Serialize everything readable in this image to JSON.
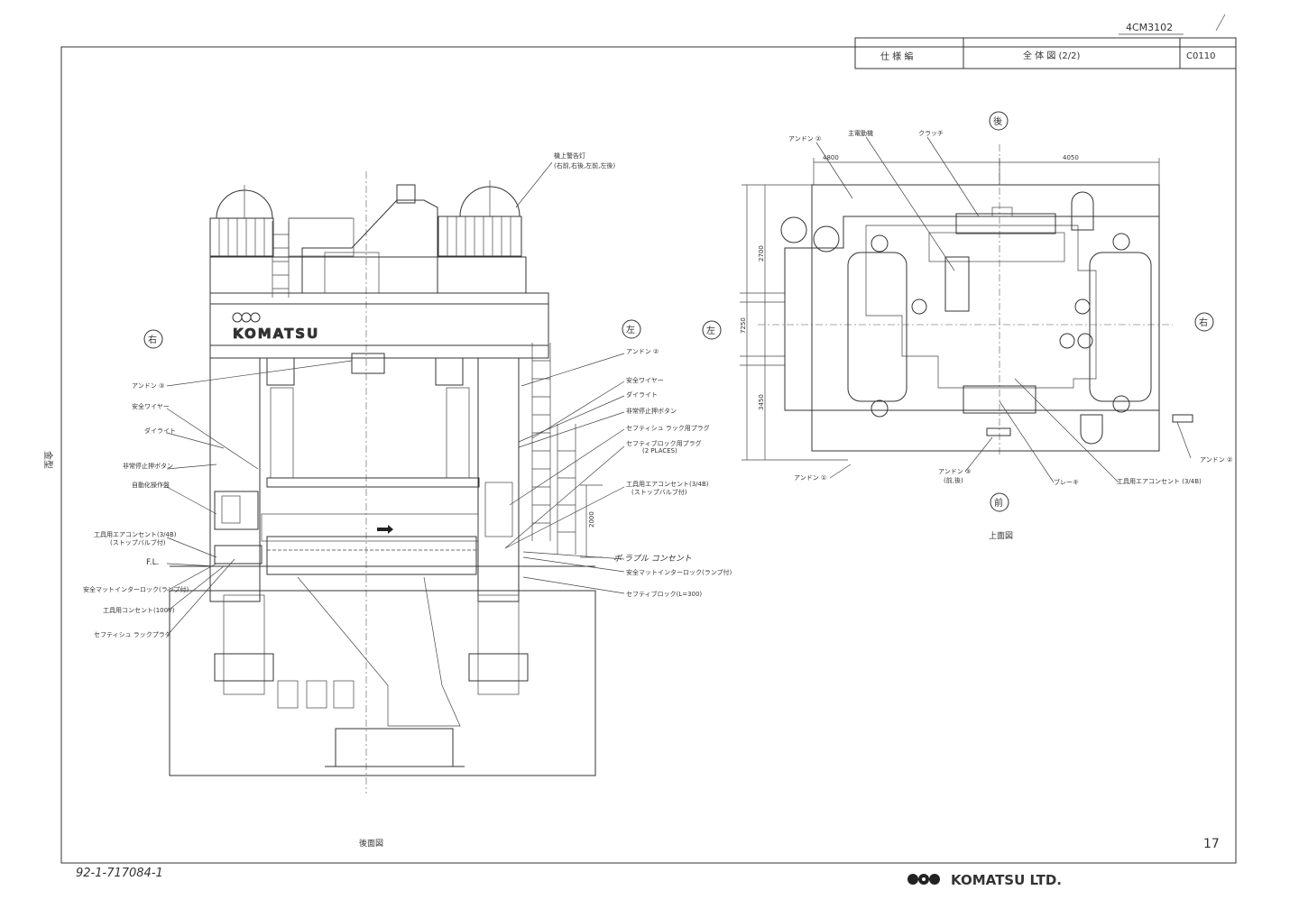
{
  "document": {
    "doc_number": "4CM3102",
    "title_block": {
      "category": "仕 様 編",
      "title": "全 体 図 (2/2)",
      "code": "C0110"
    },
    "page_number": "17",
    "company": "KOMATSU LTD.",
    "handwritten_ref": "92-1-717084-1"
  },
  "rear_view": {
    "caption": "後面図",
    "machine_logo": "KOMATSU",
    "direction_right": "右",
    "direction_left": "左",
    "left_labels": [
      "アンドン ③",
      "安全ワイヤー",
      "ダイライト",
      "非常停止押ボタン",
      "自動化操作盤",
      "工具用エアコンセント(3/4B)",
      "(ストップバルブ付)",
      "F.L.",
      "安全マットインターロック(ランプ付)",
      "工具用コンセント(100V)",
      "セフティシュ ラックプラグ"
    ],
    "right_labels": [
      "機上警告灯",
      "(右前,右後,左前,左後)",
      "アンドン ②",
      "安全ワイヤー",
      "ダイライト",
      "非常停止押ボタン",
      "セフティシュ ラック用プラグ",
      "セフティブロック用プラグ",
      "(2 PLACES)",
      "工具用エアコンセント(3/4B)",
      "(ストップバルブ付)",
      "ボ ラプル コンセント",
      "安全マットインターロック(ランプ付)",
      "セフティブロック(L=300)"
    ],
    "dimension": "2000"
  },
  "top_view": {
    "caption": "上面図",
    "direction_rear": "後",
    "direction_front": "前",
    "direction_right": "右",
    "direction_left": "左",
    "labels": {
      "andon2_top": "アンドン ②",
      "main_motor": "主電動機",
      "clutch": "クラッチ",
      "andon1": "アンドン ①",
      "andon3": "アンドン ③",
      "andon3_sub": "(前,後)",
      "brake": "ブレーキ",
      "air_outlet": "工具用エアコンセント (3/4B)",
      "andon2_right": "アンドン ②"
    },
    "dimensions": {
      "left_width": "4800",
      "right_width": "4050",
      "upper_depth": "2700",
      "total_depth": "7250",
      "lower_depth": "3450"
    }
  },
  "margin_note": "金型"
}
